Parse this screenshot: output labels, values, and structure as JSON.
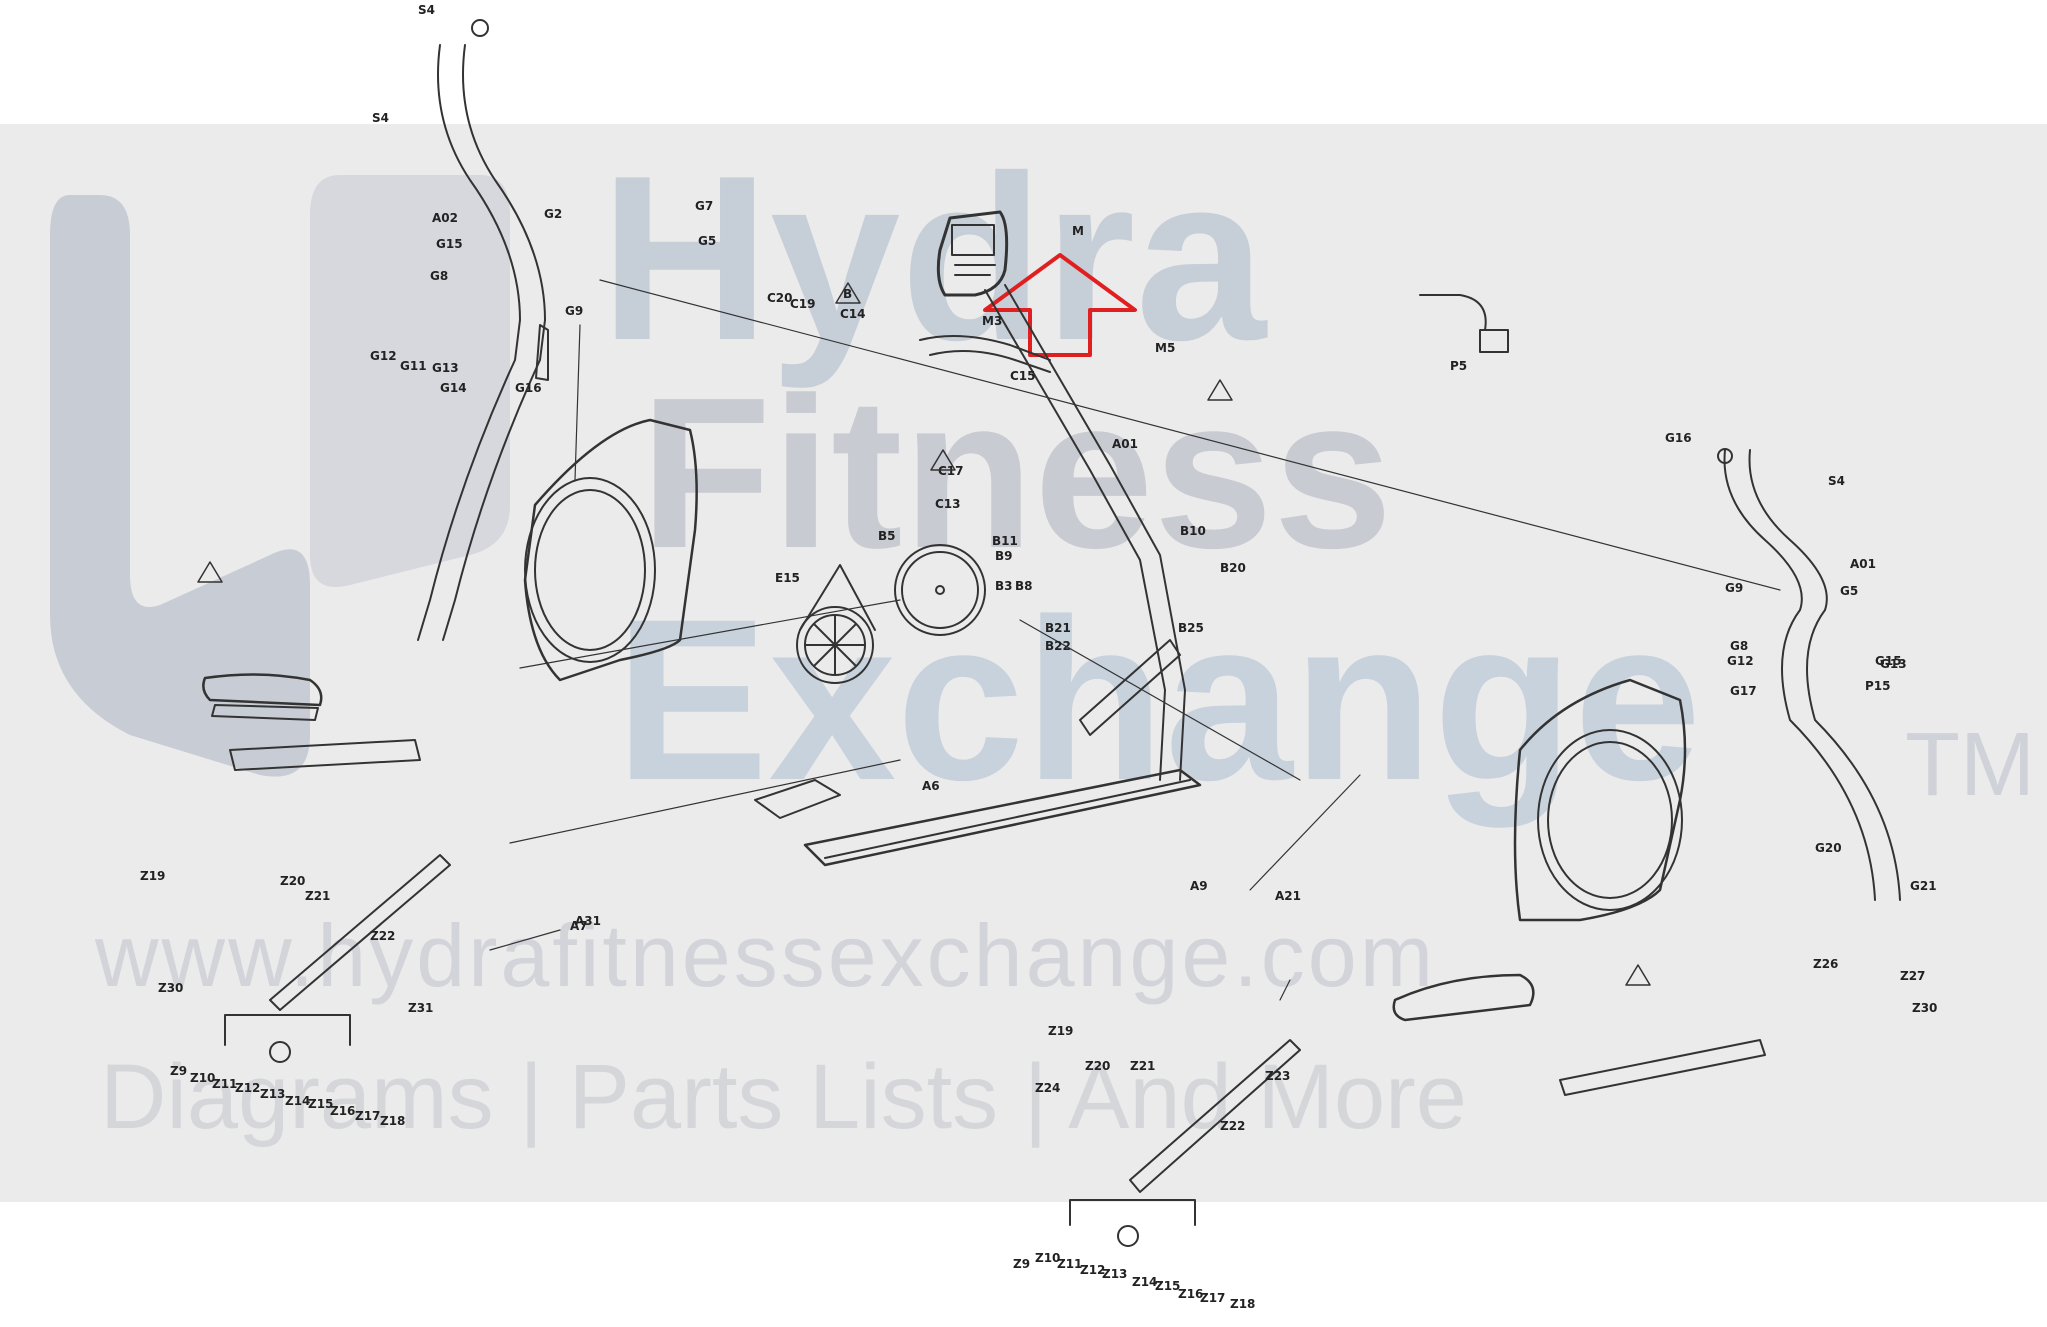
{
  "watermark": {
    "brand_line1": "Hydra",
    "brand_line2": "Fitness",
    "brand_line3": "Exchange",
    "trademark": "TM",
    "url": "www.hydrafitnessexchange.com",
    "tagline": "Diagrams | Parts Lists | And More"
  },
  "colors": {
    "line": "#333333",
    "highlight_arrow": "#e02020",
    "watermark_band": "#ebebeb"
  },
  "labels": {
    "top_left": [
      "S4",
      "S4",
      "A02",
      "G15",
      "G8",
      "G2",
      "G9",
      "G12",
      "G11",
      "G13",
      "G14",
      "G16",
      "G7",
      "G5"
    ],
    "center": [
      "B",
      "C14",
      "C20",
      "C19",
      "C15",
      "C17",
      "C13",
      "A01",
      "B5",
      "B10",
      "B3",
      "B8",
      "B9",
      "B11",
      "E15",
      "B20",
      "B25",
      "B21",
      "B22",
      "A6",
      "A9"
    ],
    "console": [
      "M",
      "M3",
      "M5"
    ],
    "adapter": [
      "P5"
    ],
    "right_arm": [
      "G16",
      "S4",
      "A01",
      "G9",
      "G5",
      "G8",
      "G12",
      "G13",
      "G15",
      "P15",
      "G17",
      "G20",
      "G21",
      "Z26",
      "Z27",
      "Z30"
    ],
    "bottom_center": [
      "Z9",
      "Z10",
      "Z11",
      "Z12",
      "Z13",
      "Z14",
      "Z15",
      "Z16",
      "Z17",
      "Z18",
      "Z19",
      "Z20",
      "Z21",
      "Z22",
      "Z23",
      "Z24",
      "A21",
      "A7"
    ],
    "bottom_left": [
      "Z9",
      "Z10",
      "Z11",
      "Z12",
      "Z13",
      "Z14",
      "Z15",
      "Z16",
      "Z17",
      "Z18",
      "Z19",
      "Z20",
      "Z21",
      "Z22",
      "A31",
      "Z30",
      "Z31"
    ]
  }
}
